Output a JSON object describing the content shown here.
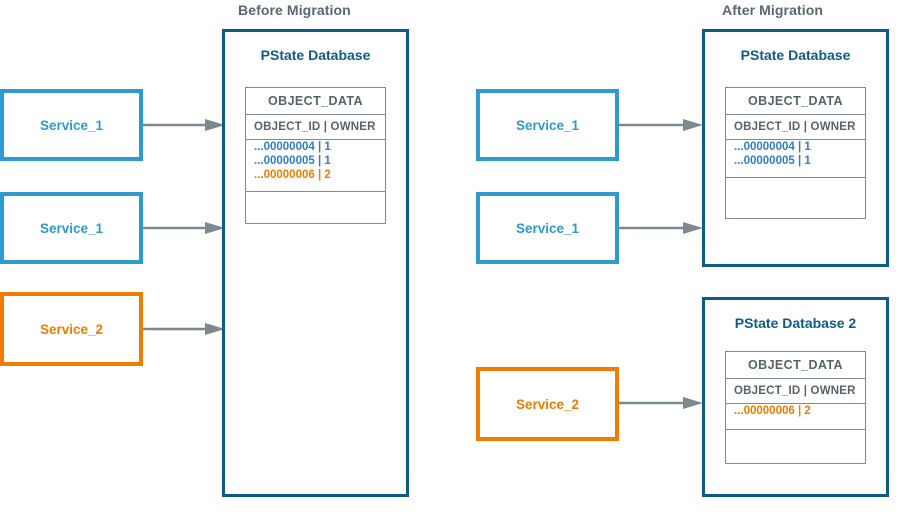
{
  "sections": {
    "before": {
      "caption": "Before Migration"
    },
    "after": {
      "caption": "After Migration"
    }
  },
  "colors": {
    "service_blue": "#2f9ad0",
    "service_orange": "#f07c00",
    "db_border": "#0e5c86",
    "db_title": "#0e5c86",
    "caption": "#5b6670",
    "table_border": "#808a93",
    "table_header_text": "#58626b",
    "data_blue": "#2f7fbf",
    "data_orange": "#f07c00",
    "arrow": "#7d8890"
  },
  "before": {
    "services": [
      {
        "label": "Service_1",
        "color": "blue"
      },
      {
        "label": "Service_1",
        "color": "blue"
      },
      {
        "label": "Service_2",
        "color": "orange"
      }
    ],
    "database": {
      "title": "PState Database",
      "table": {
        "table_name": "OBJECT_DATA",
        "column_header": "OBJECT_ID | OWNER",
        "rows": [
          {
            "text": "...00000004 | 1",
            "color": "blue"
          },
          {
            "text": "...00000005 | 1",
            "color": "blue"
          },
          {
            "text": "...00000006 | 2",
            "color": "orange"
          }
        ]
      }
    }
  },
  "after": {
    "services": [
      {
        "label": "Service_1",
        "color": "blue"
      },
      {
        "label": "Service_1",
        "color": "blue"
      },
      {
        "label": "Service_2",
        "color": "orange"
      }
    ],
    "databases": [
      {
        "title": "PState Database",
        "table": {
          "table_name": "OBJECT_DATA",
          "column_header": "OBJECT_ID | OWNER",
          "rows": [
            {
              "text": "...00000004 | 1",
              "color": "blue"
            },
            {
              "text": "...00000005 | 1",
              "color": "blue"
            }
          ]
        }
      },
      {
        "title": "PState Database 2",
        "table": {
          "table_name": "OBJECT_DATA",
          "column_header": "OBJECT_ID | OWNER",
          "rows": [
            {
              "text": "...00000006 | 2",
              "color": "orange"
            }
          ]
        }
      }
    ]
  }
}
